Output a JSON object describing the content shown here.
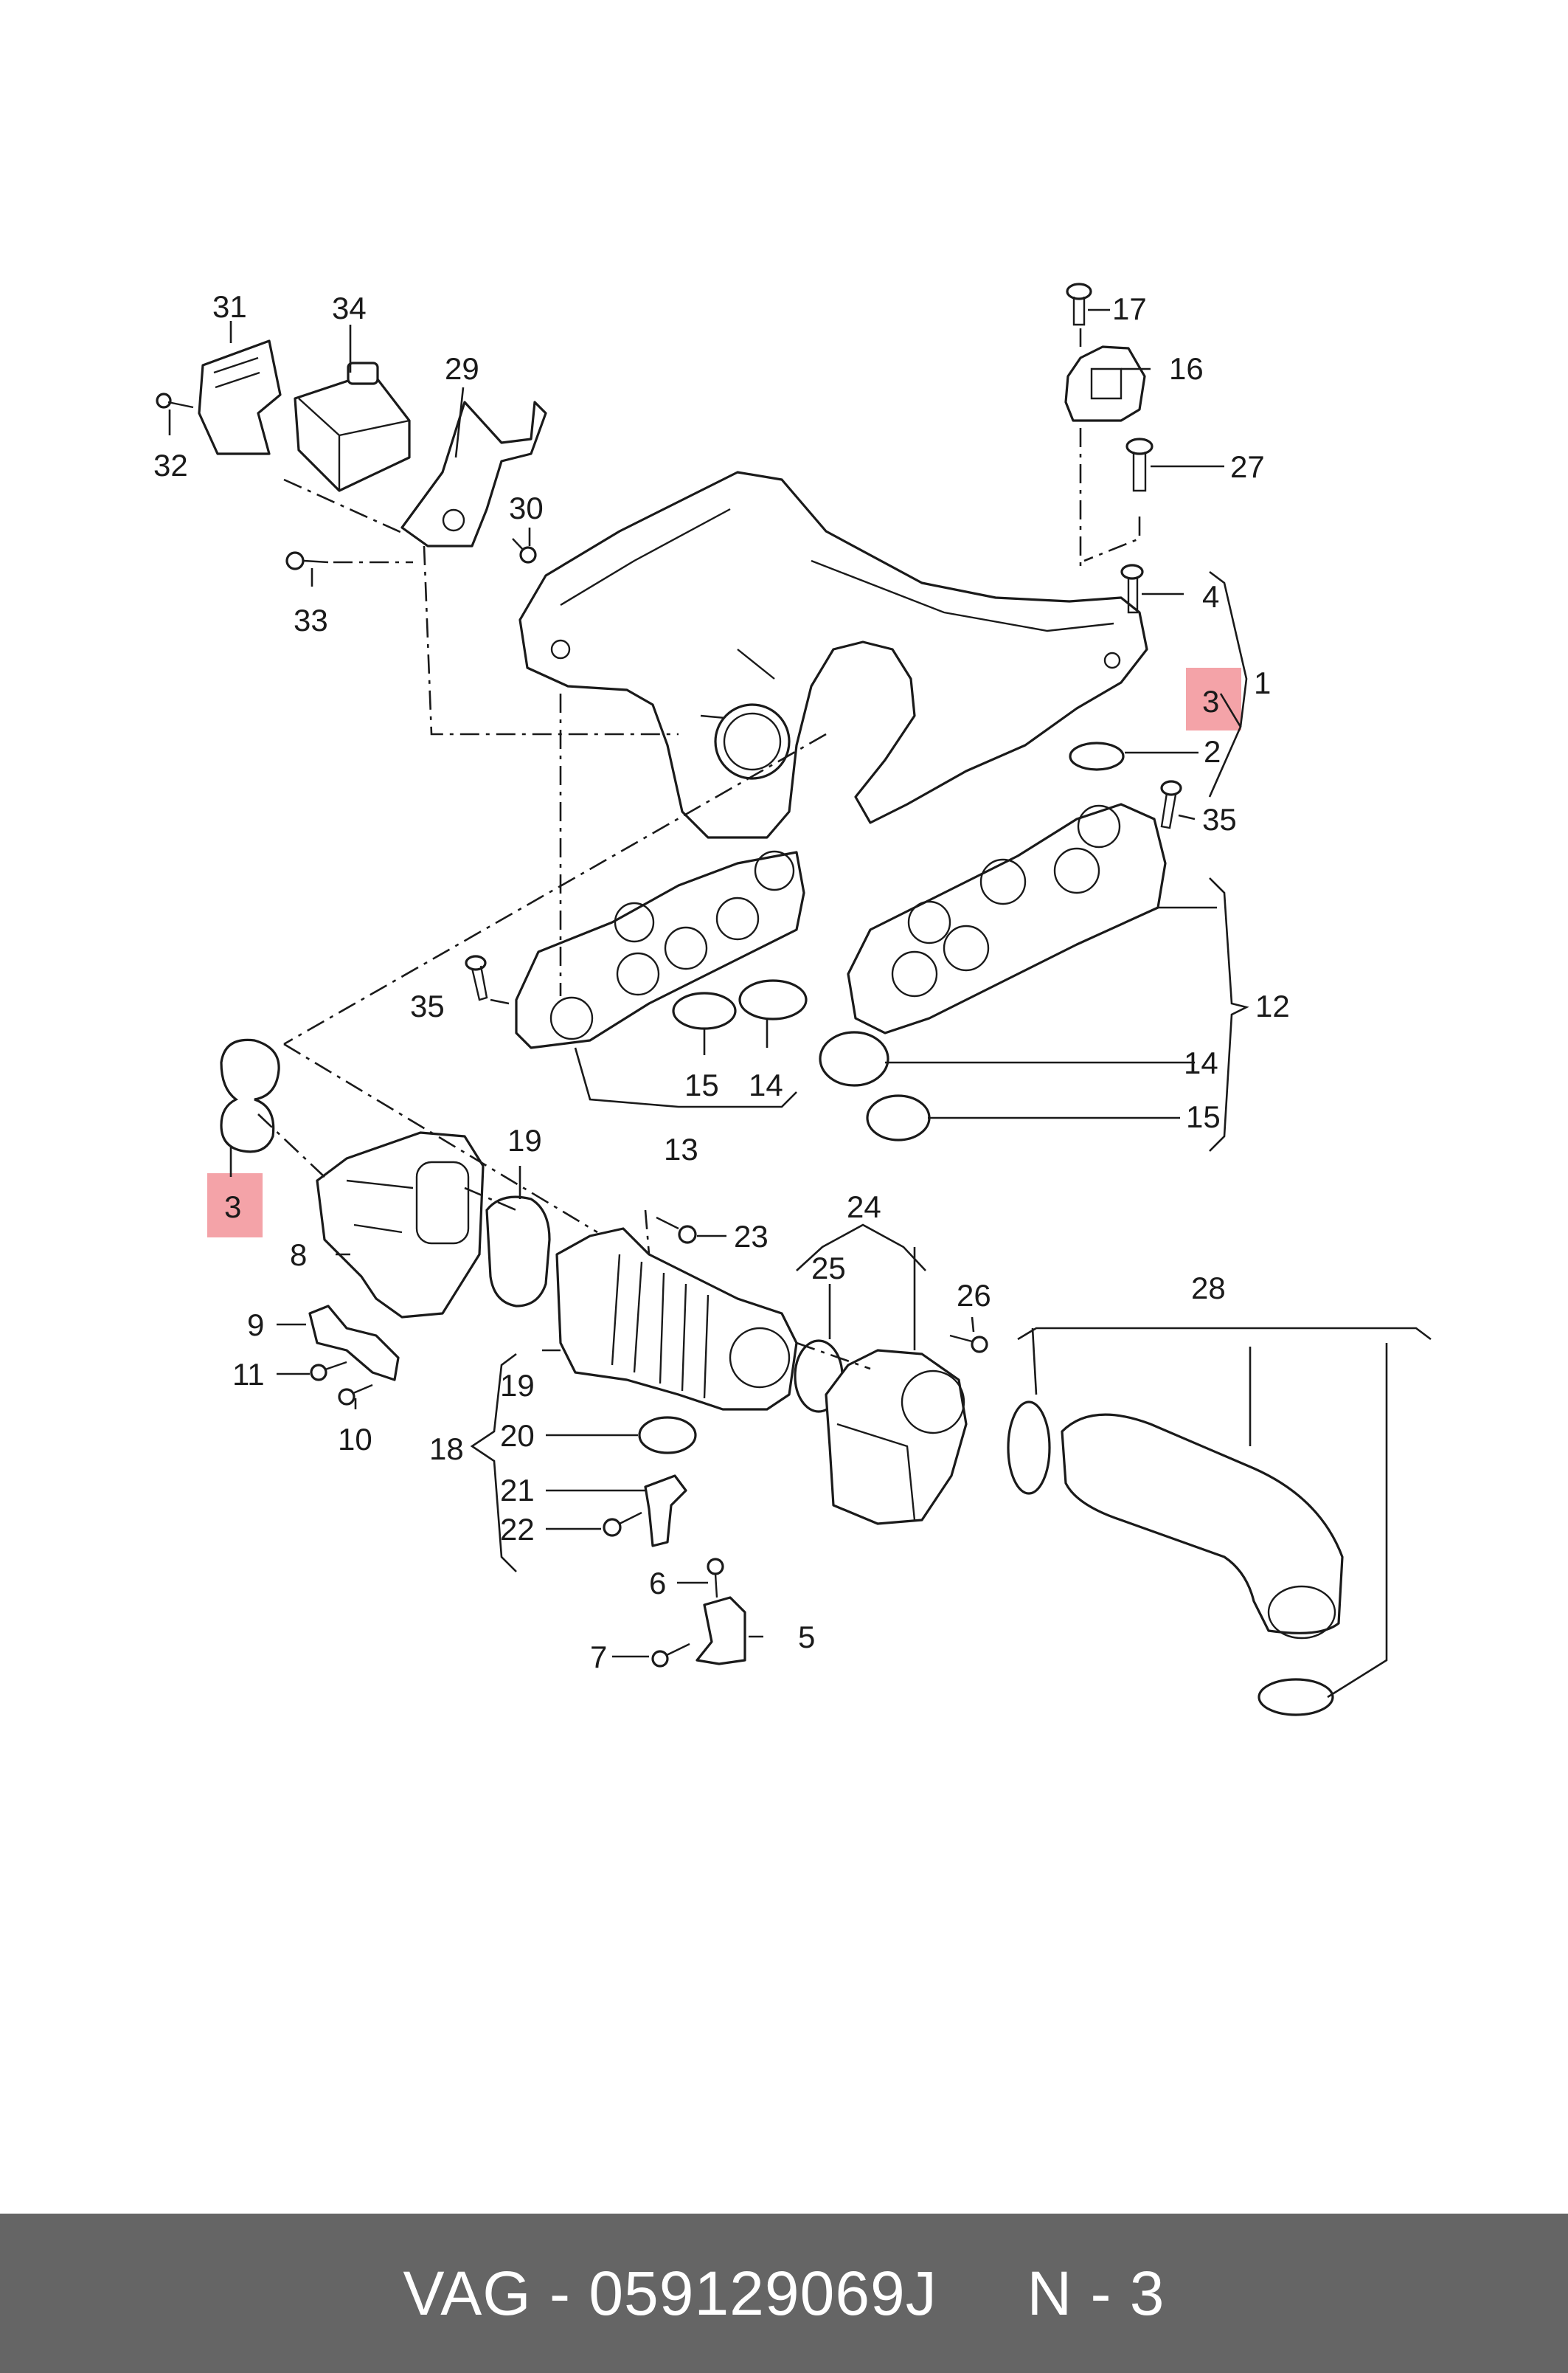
{
  "diagram": {
    "labels": [
      {
        "id": "31",
        "text": "31"
      },
      {
        "id": "34",
        "text": "34"
      },
      {
        "id": "29",
        "text": "29"
      },
      {
        "id": "32",
        "text": "32"
      },
      {
        "id": "30",
        "text": "30"
      },
      {
        "id": "33",
        "text": "33"
      },
      {
        "id": "17",
        "text": "17"
      },
      {
        "id": "16",
        "text": "16"
      },
      {
        "id": "27",
        "text": "27"
      },
      {
        "id": "4",
        "text": "4"
      },
      {
        "id": "1",
        "text": "1"
      },
      {
        "id": "3a",
        "text": "3"
      },
      {
        "id": "2",
        "text": "2"
      },
      {
        "id": "35a",
        "text": "35"
      },
      {
        "id": "12",
        "text": "12"
      },
      {
        "id": "35b",
        "text": "35"
      },
      {
        "id": "15a",
        "text": "15"
      },
      {
        "id": "14a",
        "text": "14"
      },
      {
        "id": "14b",
        "text": "14"
      },
      {
        "id": "15b",
        "text": "15"
      },
      {
        "id": "13",
        "text": "13"
      },
      {
        "id": "3b",
        "text": "3"
      },
      {
        "id": "19a",
        "text": "19"
      },
      {
        "id": "8",
        "text": "8"
      },
      {
        "id": "23",
        "text": "23"
      },
      {
        "id": "24",
        "text": "24"
      },
      {
        "id": "25",
        "text": "25"
      },
      {
        "id": "26",
        "text": "26"
      },
      {
        "id": "28",
        "text": "28"
      },
      {
        "id": "9",
        "text": "9"
      },
      {
        "id": "11",
        "text": "11"
      },
      {
        "id": "10",
        "text": "10"
      },
      {
        "id": "19b",
        "text": "19"
      },
      {
        "id": "20",
        "text": "20"
      },
      {
        "id": "18",
        "text": "18"
      },
      {
        "id": "21",
        "text": "21"
      },
      {
        "id": "22",
        "text": "22"
      },
      {
        "id": "6",
        "text": "6"
      },
      {
        "id": "5",
        "text": "5"
      },
      {
        "id": "7",
        "text": "7"
      }
    ],
    "highlight_color": "#f4a3a8",
    "line_color": "#1a1a1a"
  },
  "footer": {
    "brand": "VAG",
    "separator": " - ",
    "part_number": "059129069J",
    "spacer": "     ",
    "page_ref": "N - 3",
    "background": "#656565"
  }
}
